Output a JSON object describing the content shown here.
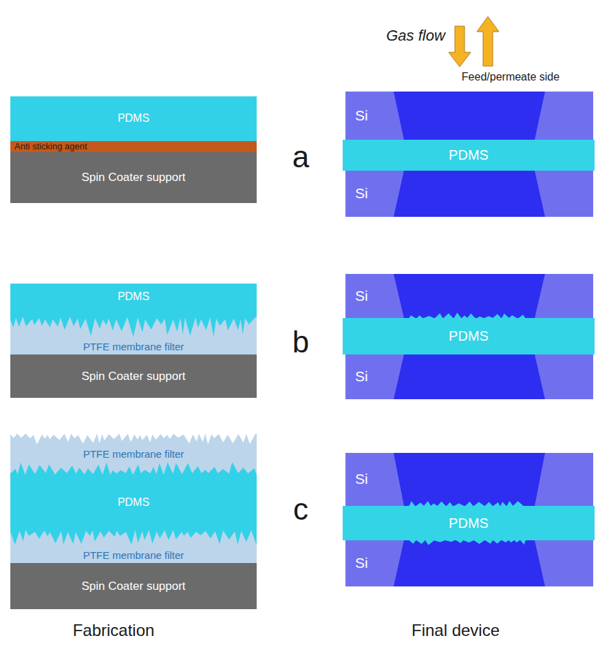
{
  "diagram": {
    "nodes": [
      {
        "text": [
          "PDMS"
        ]
      },
      {
        "text": [
          "Anti sticking agent"
        ]
      },
      {
        "text": [
          "Spin Coater support"
        ]
      },
      {
        "text": [
          "Si"
        ]
      },
      {
        "text": [
          "PDMS"
        ]
      },
      {
        "text": [
          "Si"
        ]
      },
      {
        "text": [
          "PDMS"
        ]
      },
      {
        "text": [
          "PTFE membrane filter"
        ]
      },
      {
        "text": [
          "Spin Coater support"
        ]
      },
      {
        "text": [
          "Si"
        ]
      },
      {
        "text": [
          "PDMS"
        ]
      },
      {
        "text": [
          "Si"
        ]
      },
      {
        "text": [
          "PTFE membrane filter"
        ]
      },
      {
        "text": [
          "PDMS"
        ]
      },
      {
        "text": [
          "PTFE membrane filter"
        ]
      },
      {
        "text": [
          "Spin Coater support"
        ]
      },
      {
        "text": [
          "Si"
        ]
      },
      {
        "text": [
          "PDMS"
        ]
      },
      {
        "text": [
          "Si"
        ]
      }
    ],
    "labels": [
      "Gas flow",
      "Feed/permeate side",
      "a",
      "b",
      "c",
      "Fabrication",
      "Final device"
    ]
  }
}
